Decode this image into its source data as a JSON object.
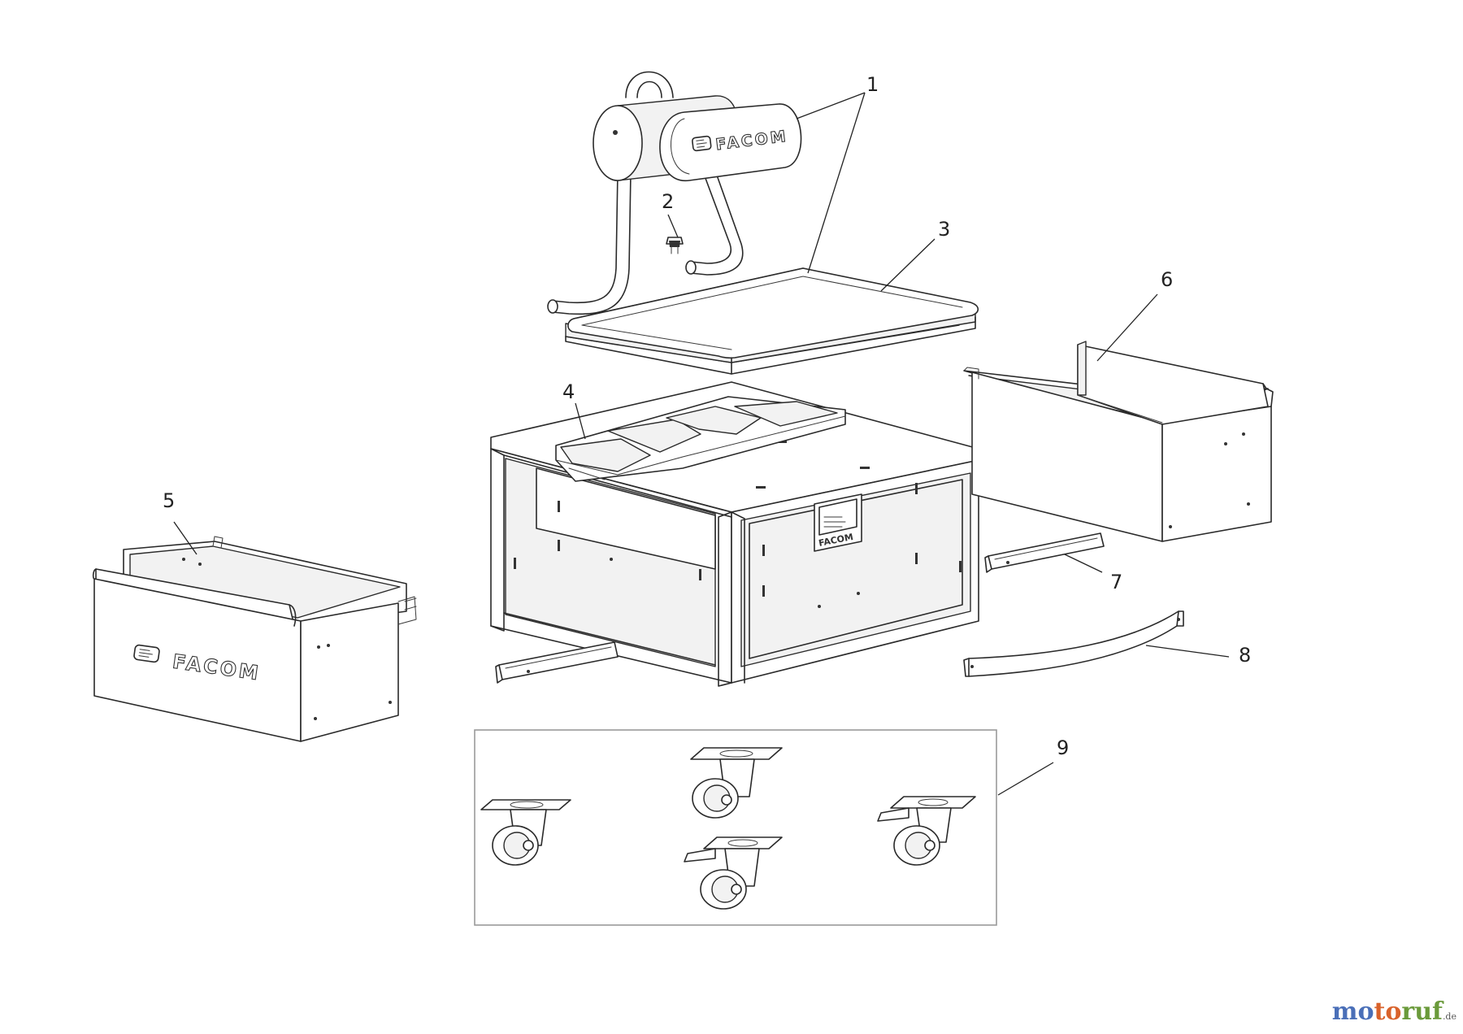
{
  "brand_text": "FACOM",
  "callouts": [
    {
      "label": "1"
    },
    {
      "label": "2"
    },
    {
      "label": "3"
    },
    {
      "label": "4"
    },
    {
      "label": "5"
    },
    {
      "label": "6"
    },
    {
      "label": "7"
    },
    {
      "label": "8"
    },
    {
      "label": "9"
    }
  ],
  "watermark": {
    "parts": [
      {
        "text": "mo",
        "color": "#4a6fb8"
      },
      {
        "text": "to",
        "color": "#d9622b"
      },
      {
        "text": "ruf",
        "color": "#6a9a3a"
      }
    ],
    "suffix": ".de"
  }
}
